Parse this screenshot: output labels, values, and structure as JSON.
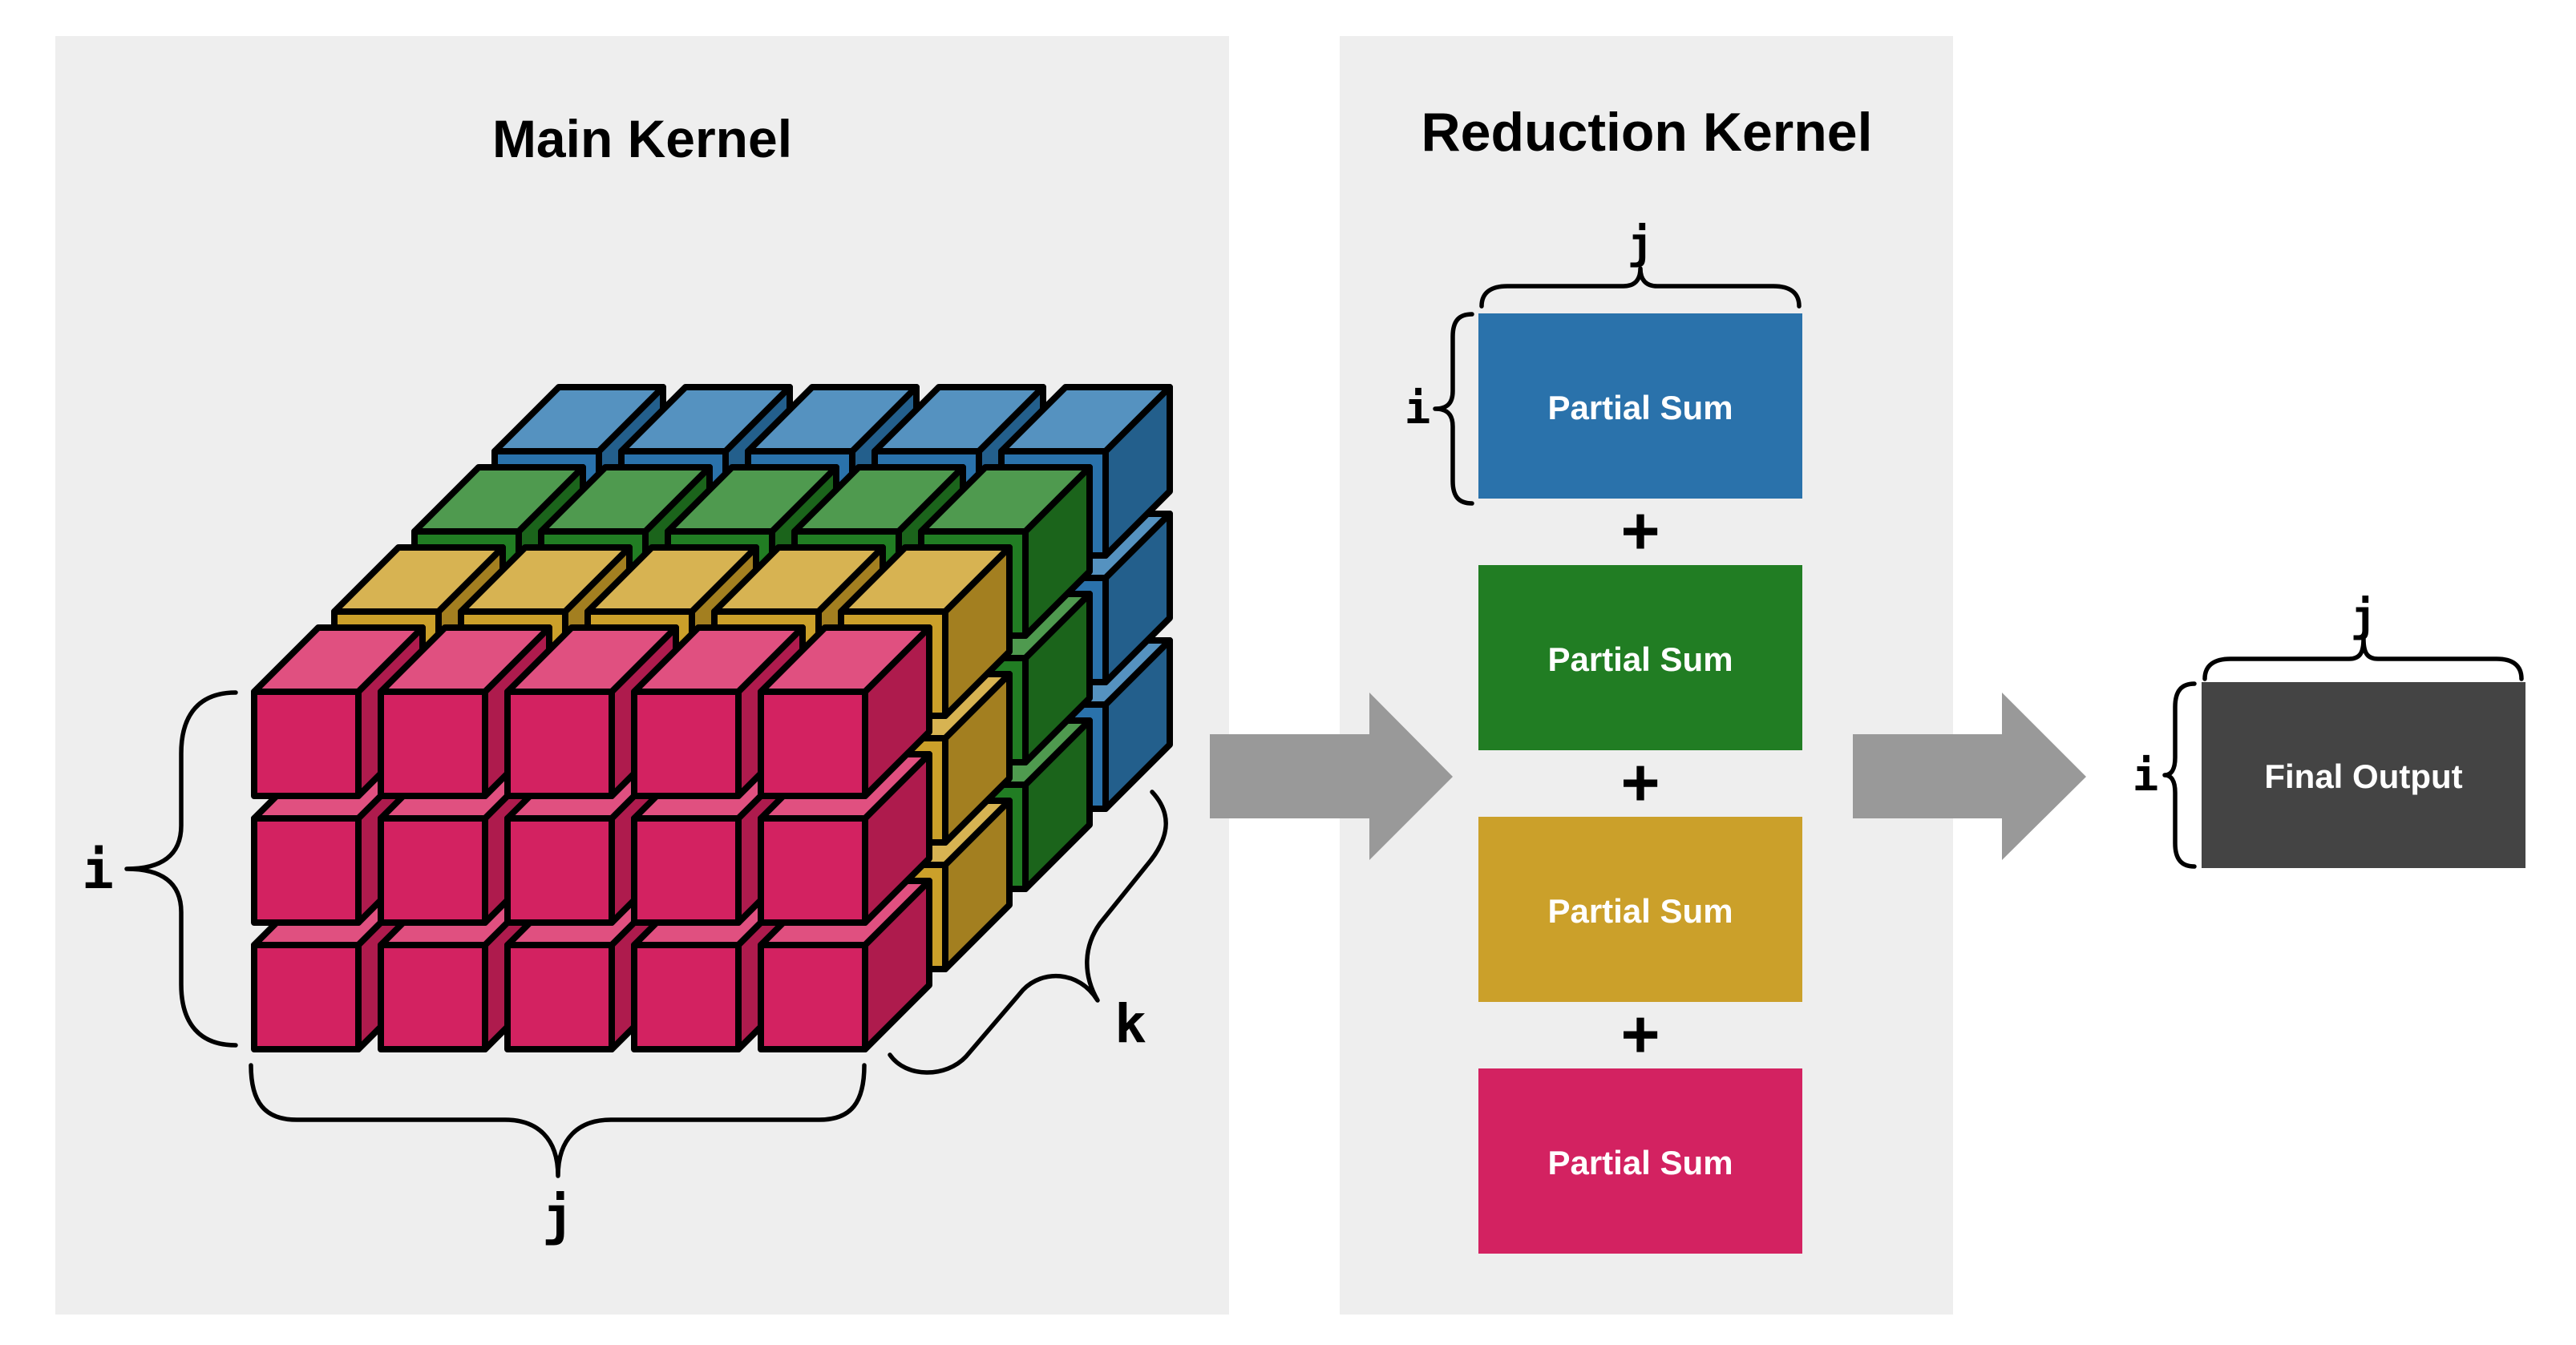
{
  "main_kernel": {
    "title": "Main Kernel",
    "grid": {
      "i_rows": 3,
      "j_cols": 5,
      "k_layers": 4
    },
    "layers": [
      {
        "name": "pink",
        "front": "#d32261",
        "top": "#e05080",
        "side": "#ae1b4d"
      },
      {
        "name": "yellow",
        "front": "#cba02a",
        "top": "#d7b352",
        "side": "#a37f20"
      },
      {
        "name": "green",
        "front": "#217d23",
        "top": "#4f9a4f",
        "side": "#1b641b"
      },
      {
        "name": "blue",
        "front": "#2a72ab",
        "top": "#5592c0",
        "side": "#235f8c"
      }
    ],
    "labels": {
      "i": "i",
      "j": "j",
      "k": "k"
    }
  },
  "reduction_kernel": {
    "title": "Reduction Kernel",
    "labels": {
      "i": "i",
      "j": "j"
    },
    "operator": "+",
    "partial_sums": [
      {
        "label": "Partial Sum",
        "color": "#2a72ab"
      },
      {
        "label": "Partial Sum",
        "color": "#217d23"
      },
      {
        "label": "Partial Sum",
        "color": "#cba02a"
      },
      {
        "label": "Partial Sum",
        "color": "#d32261"
      }
    ]
  },
  "output": {
    "label": "Final Output",
    "color": "#444444",
    "labels": {
      "i": "i",
      "j": "j"
    }
  },
  "colors": {
    "panel": "#eeeeee",
    "arrow": "#999999"
  }
}
